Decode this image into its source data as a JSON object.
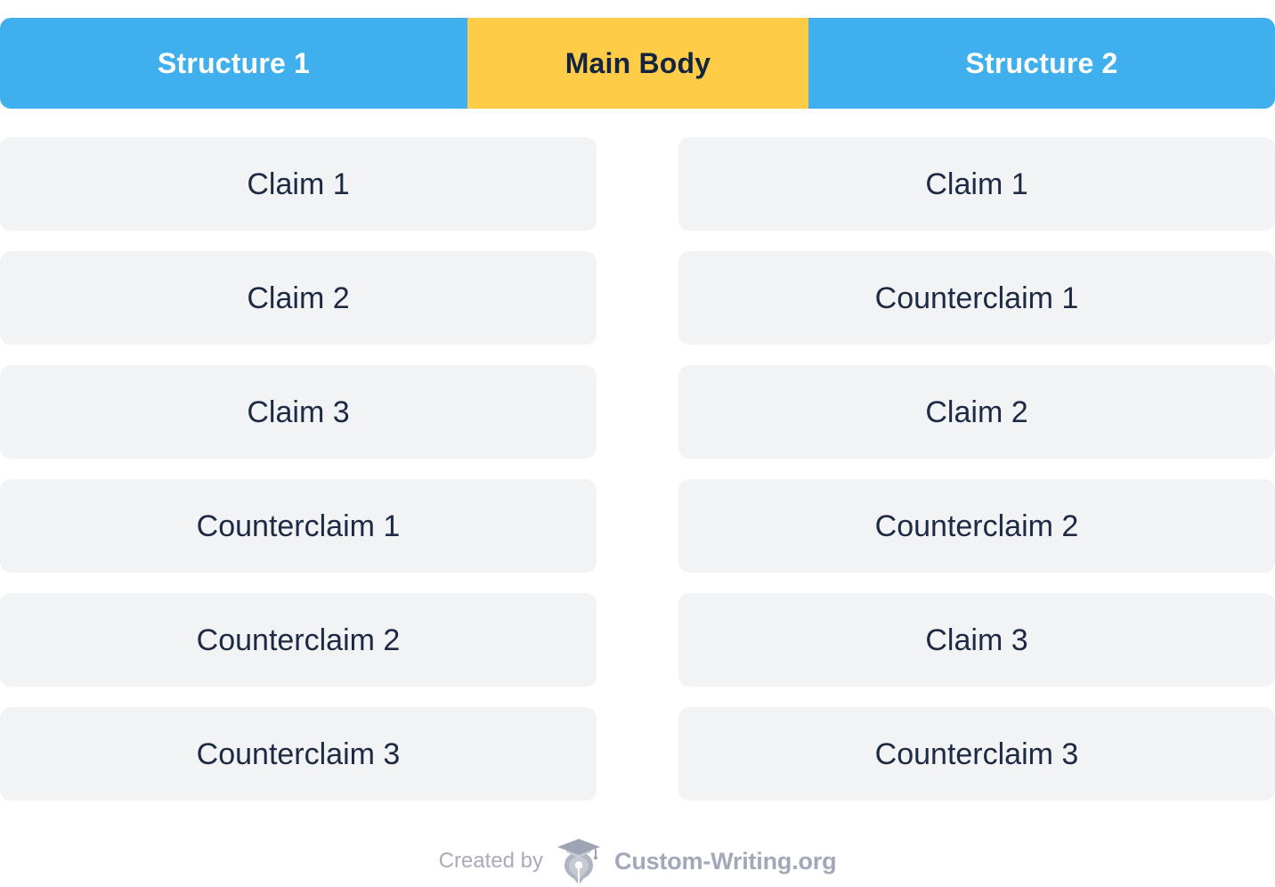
{
  "header": {
    "columns": [
      {
        "label": "Structure 1",
        "color": "#3FAFEE",
        "text_color": "#FFFFFF"
      },
      {
        "label": "Main Body",
        "color": "#FFCC47",
        "text_color": "#15253F"
      },
      {
        "label": "Structure 2",
        "color": "#3FAFEE",
        "text_color": "#FFFFFF"
      }
    ]
  },
  "structure1": {
    "title": "Structure 1",
    "items": [
      "Claim 1",
      "Claim 2",
      "Claim 3",
      "Counterclaim 1",
      "Counterclaim 2",
      "Counterclaim 3"
    ]
  },
  "structure2": {
    "title": "Structure 2",
    "items": [
      "Claim 1",
      "Counterclaim 1",
      "Claim 2",
      "Counterclaim 2",
      "Claim 3",
      "Counterclaim 3"
    ]
  },
  "footer": {
    "created_by": "Created by",
    "brand": "Custom-Writing.org",
    "logo_icon": "graduation-cap-pen-nib-icon"
  },
  "colors": {
    "accent_blue": "#3FAFEE",
    "accent_yellow": "#FFCC47",
    "card_bg": "#F2F3F5",
    "card_text": "#1E2A43",
    "footer_muted": "#A8ACB8",
    "footer_brand": "#A3A8B8",
    "page_bg": "#FFFFFF"
  }
}
